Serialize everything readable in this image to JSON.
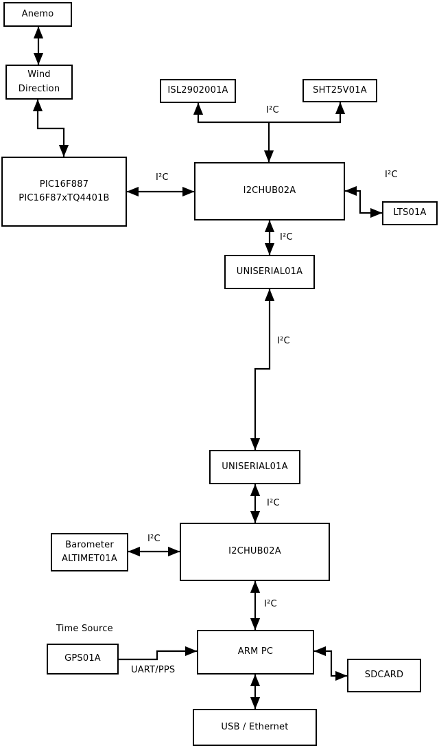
{
  "nodes": {
    "anemo": {
      "label": "Anemo"
    },
    "wind_direction": {
      "line1": "Wind",
      "line2": "Direction"
    },
    "pic": {
      "line1": "PIC16F887",
      "line2": "PIC16F87xTQ4401B"
    },
    "isl": {
      "label": "ISL2902001A"
    },
    "sht": {
      "label": "SHT25V01A"
    },
    "i2chub_top": {
      "label": "I2CHUB02A"
    },
    "lts": {
      "label": "LTS01A"
    },
    "uniserial_top": {
      "label": "UNISERIAL01A"
    },
    "uniserial_bottom": {
      "label": "UNISERIAL01A"
    },
    "i2chub_bottom": {
      "label": "I2CHUB02A"
    },
    "barometer": {
      "line1": "Barometer",
      "line2": "ALTIMET01A"
    },
    "arm_pc": {
      "label": "ARM PC"
    },
    "gps": {
      "label": "GPS01A"
    },
    "sdcard": {
      "label": "SDCARD"
    },
    "usb_ethernet": {
      "label": "USB / Ethernet"
    }
  },
  "labels": {
    "time_source": "Time Source",
    "uart_pps": "UART/PPS",
    "i2c_pic_hub": "I²C",
    "i2c_sensor_bus": "I²C",
    "i2c_lts": "I²C",
    "i2c_hub_uniserial": "I²C",
    "i2c_uniserial_link": "I²C",
    "i2c_uniserial_hub": "I²C",
    "i2c_barometer": "I²C",
    "i2c_hub_armpc": "I²C"
  },
  "connections": [
    {
      "from": "Anemo",
      "to": "Wind Direction",
      "bidirectional": true,
      "label": ""
    },
    {
      "from": "Wind Direction",
      "to": "PIC16F887 PIC16F87xTQ4401B",
      "bidirectional": true,
      "label": ""
    },
    {
      "from": "PIC16F887 PIC16F87xTQ4401B",
      "to": "I2CHUB02A (upper)",
      "bidirectional": true,
      "label": "I²C"
    },
    {
      "from": "I2CHUB02A (upper)",
      "to": "ISL2902001A",
      "bidirectional": false,
      "label": "I²C"
    },
    {
      "from": "I2CHUB02A (upper)",
      "to": "SHT25V01A",
      "bidirectional": false,
      "label": "I²C"
    },
    {
      "from": "I2CHUB02A (upper)",
      "to": "LTS01A",
      "bidirectional": true,
      "label": "I²C"
    },
    {
      "from": "I2CHUB02A (upper)",
      "to": "UNISERIAL01A (upper)",
      "bidirectional": true,
      "label": "I²C"
    },
    {
      "from": "UNISERIAL01A (upper)",
      "to": "UNISERIAL01A (lower)",
      "bidirectional": true,
      "label": "I²C"
    },
    {
      "from": "UNISERIAL01A (lower)",
      "to": "I2CHUB02A (lower)",
      "bidirectional": true,
      "label": "I²C"
    },
    {
      "from": "Barometer ALTIMET01A",
      "to": "I2CHUB02A (lower)",
      "bidirectional": true,
      "label": "I²C"
    },
    {
      "from": "I2CHUB02A (lower)",
      "to": "ARM PC",
      "bidirectional": true,
      "label": "I²C"
    },
    {
      "from": "GPS01A",
      "to": "ARM PC",
      "bidirectional": false,
      "label": "UART/PPS"
    },
    {
      "from": "ARM PC",
      "to": "SDCARD",
      "bidirectional": true,
      "label": ""
    },
    {
      "from": "ARM PC",
      "to": "USB / Ethernet",
      "bidirectional": true,
      "label": ""
    }
  ],
  "colors": {
    "line": "#000000",
    "box_border": "#000000",
    "box_fill": "#ffffff",
    "background": "#ffffff",
    "text": "#000000"
  }
}
